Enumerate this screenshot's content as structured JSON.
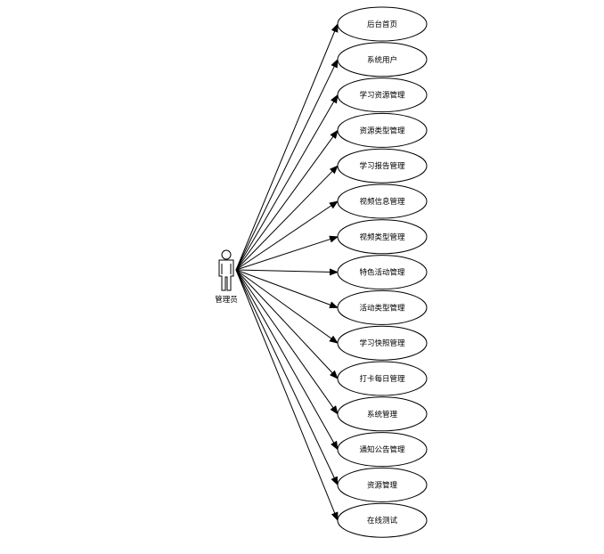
{
  "actor": {
    "label": "管理员",
    "icon": "person-icon"
  },
  "use_cases": [
    "后台首页",
    "系统用户",
    "学习资源管理",
    "资源类型管理",
    "学习报告管理",
    "视频信息管理",
    "视频类型管理",
    "特色活动管理",
    "活动类型管理",
    "学习快照管理",
    "打卡每日管理",
    "系统管理",
    "通知公告管理",
    "资源管理",
    "在线测试"
  ],
  "colors": {
    "stroke": "#000000",
    "fill": "#ffffff"
  }
}
